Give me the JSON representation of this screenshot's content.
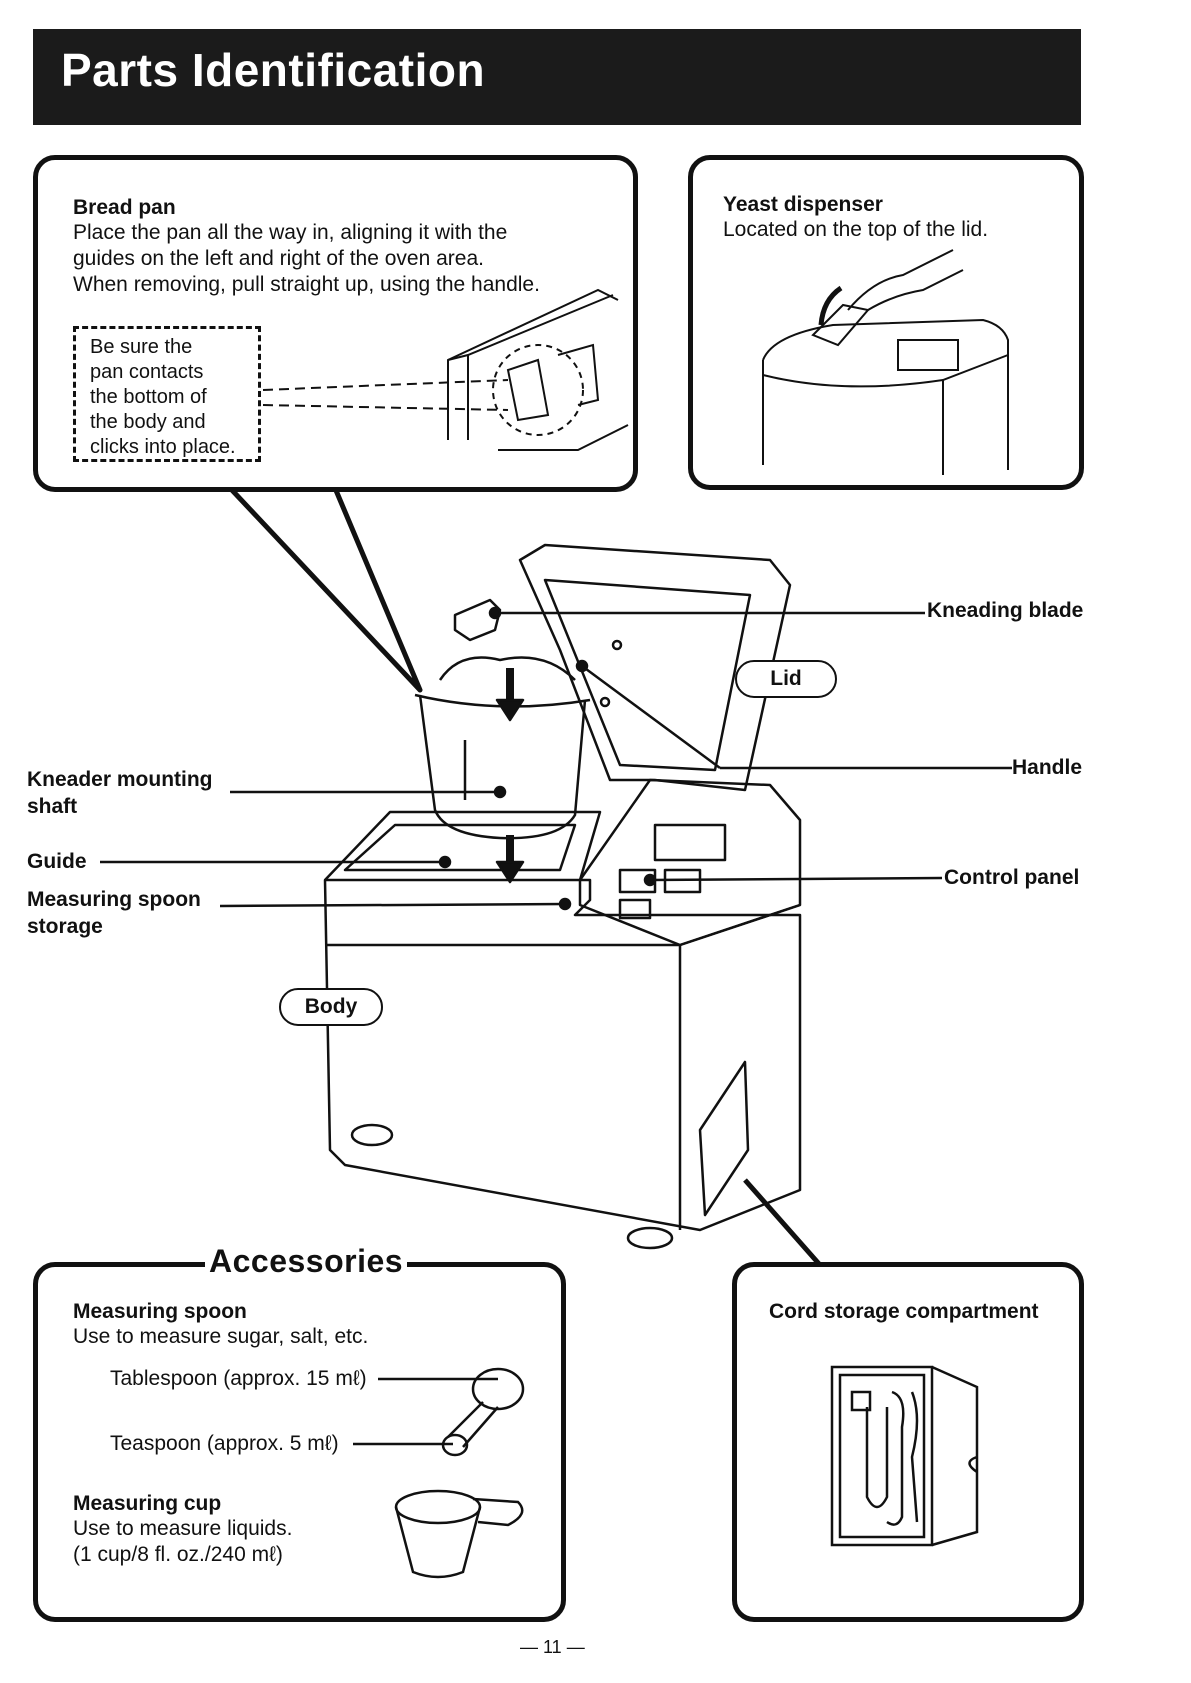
{
  "title": "Parts Identification",
  "bread_pan": {
    "heading": "Bread pan",
    "lines": [
      "Place the pan all the way in, aligning it with the",
      "guides on the left and right of the oven area.",
      "When removing, pull straight up, using the handle."
    ],
    "note_lines": [
      "Be sure the",
      "pan contacts",
      "the bottom of",
      "the body and",
      "clicks into place."
    ]
  },
  "yeast": {
    "heading": "Yeast dispenser",
    "text": "Located on the top of the lid."
  },
  "parts": {
    "kneading_blade": "Kneading blade",
    "lid": "Lid",
    "handle": "Handle",
    "kneader_shaft_1": "Kneader mounting",
    "kneader_shaft_2": "shaft",
    "guide": "Guide",
    "spoon_storage_1": "Measuring spoon",
    "spoon_storage_2": "storage",
    "control_panel": "Control panel",
    "body": "Body"
  },
  "accessories": {
    "title": "Accessories",
    "spoon_heading": "Measuring spoon",
    "spoon_text": "Use to measure sugar, salt, etc.",
    "tablespoon": "Tablespoon (approx. 15 mℓ)",
    "teaspoon": "Teaspoon (approx. 5 mℓ)",
    "cup_heading": "Measuring cup",
    "cup_text_1": "Use to measure liquids.",
    "cup_text_2": "(1 cup/8 fl. oz./240 mℓ)"
  },
  "cord": {
    "heading": "Cord storage compartment"
  },
  "page_number": "— 11 —"
}
